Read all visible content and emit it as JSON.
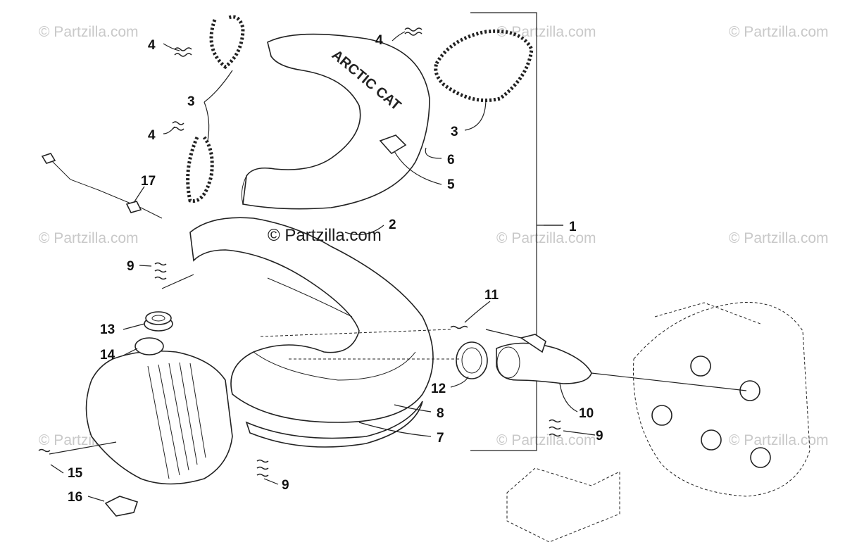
{
  "watermarks": [
    "© Partzilla.com",
    "© Partzilla.com",
    "© Partzilla.com",
    "© Partzilla.com",
    "© Partzilla.com",
    "© Partzilla.com",
    "© Partzilla.com",
    "© Partzilla.com",
    "© Partzilla.com"
  ],
  "center_watermark": "© Partzilla.com",
  "brand_text": "ARCTIC CAT",
  "callouts": {
    "c1": "1",
    "c2": "2",
    "c3a": "3",
    "c3b": "3",
    "c4a": "4",
    "c4b": "4",
    "c4c": "4",
    "c5": "5",
    "c6": "6",
    "c7": "7",
    "c8": "8",
    "c9a": "9",
    "c9b": "9",
    "c9c": "9",
    "c10": "10",
    "c11": "11",
    "c12": "12",
    "c13": "13",
    "c14": "14",
    "c15": "15",
    "c16": "16",
    "c17": "17"
  }
}
